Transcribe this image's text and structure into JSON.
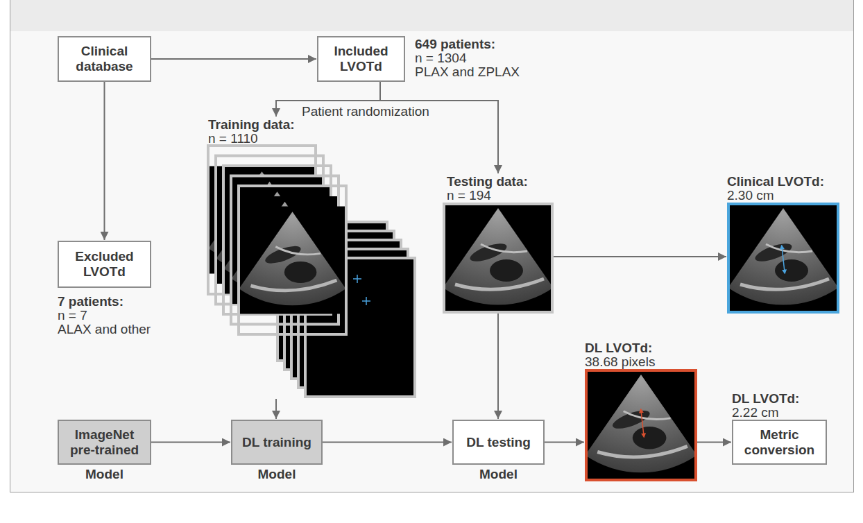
{
  "diagram": {
    "nodes": [
      {
        "text": [
          "Clinical database"
        ]
      },
      {
        "text": [
          "Included LVOTd"
        ]
      },
      {
        "text": [
          "Excluded LVOTd"
        ]
      },
      {
        "text": [
          "Training data:",
          "n = 1110"
        ]
      },
      {
        "text": [
          "Testing data:",
          "n = 194"
        ]
      },
      {
        "text": [
          "Clinical LVOTd:",
          "2.30 cm"
        ]
      },
      {
        "text": [
          "ImageNet pre-trained",
          "Model"
        ]
      },
      {
        "text": [
          "DL training",
          "Model"
        ]
      },
      {
        "text": [
          "DL testing",
          "Model"
        ]
      },
      {
        "text": [
          "DL LVOTd:",
          "38.68 pixels"
        ]
      },
      {
        "text": [
          "DL LVOTd:",
          "2.22 cm",
          "Metric conversion"
        ]
      }
    ],
    "edges": [
      {
        "from": 0,
        "to": 1,
        "arrow": "to"
      },
      {
        "from": 1,
        "to": 3,
        "label": "Patient randomization",
        "arrow": "to"
      },
      {
        "from": 1,
        "to": 4,
        "arrow": "to"
      },
      {
        "from": 0,
        "to": 2,
        "arrow": "to"
      },
      {
        "from": 3,
        "to": 7,
        "arrow": "to"
      },
      {
        "from": 4,
        "to": 8,
        "arrow": "to"
      },
      {
        "from": 4,
        "to": 5,
        "arrow": "to"
      },
      {
        "from": 6,
        "to": 7,
        "arrow": "to"
      },
      {
        "from": 7,
        "to": 8,
        "arrow": "to"
      },
      {
        "from": 8,
        "to": 9,
        "arrow": "to"
      },
      {
        "from": 9,
        "to": 10,
        "arrow": "to"
      }
    ],
    "labels": [
      "649 patients:",
      "n = 1304",
      "PLAX and ZPLAX",
      "7 patients:",
      "n = 7",
      "ALAX and other"
    ]
  }
}
